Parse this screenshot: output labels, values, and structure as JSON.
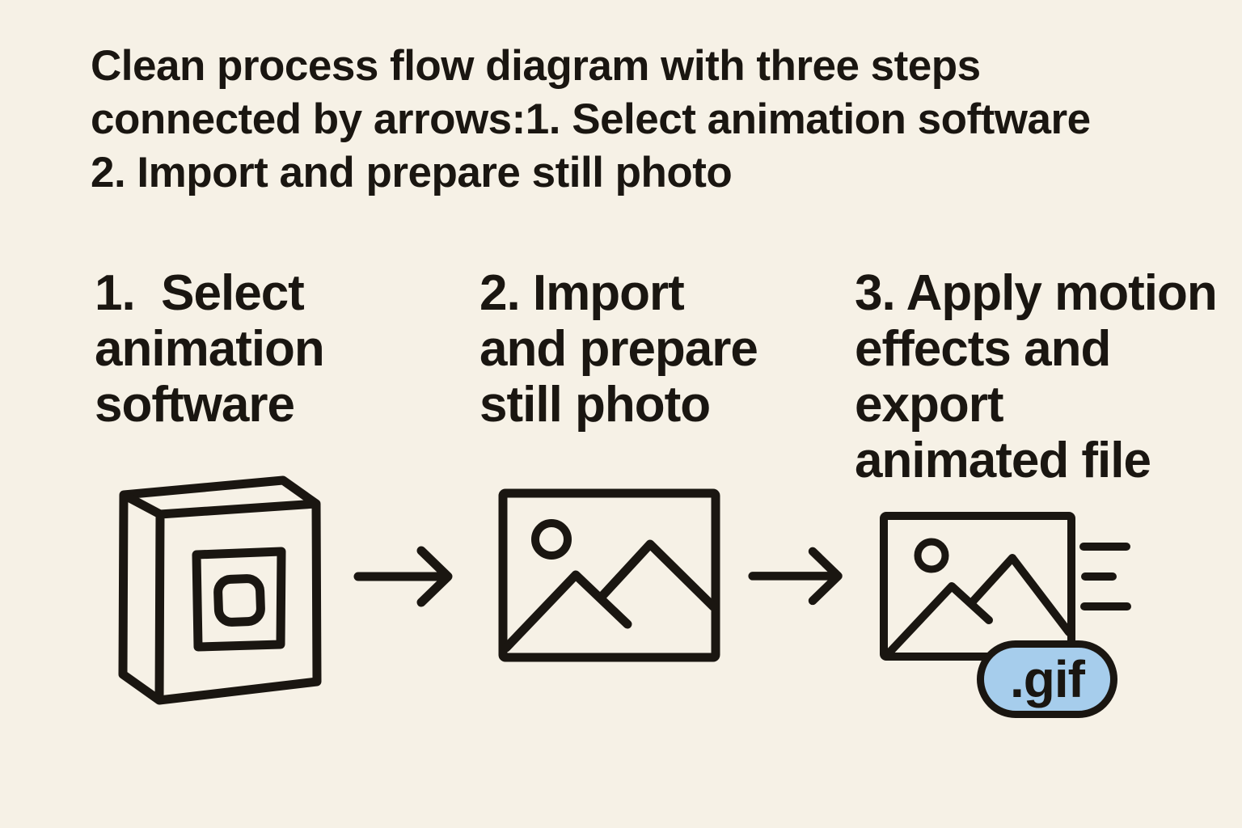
{
  "page": {
    "kind": "process-flow-diagram",
    "colors": {
      "background": "#f6f1e6",
      "ink": "#1a1611",
      "badge_fill": "#a6cdec"
    }
  },
  "title": {
    "text": "Clean process flow diagram with three steps\nconnected by arrows:1. Select animation software\n2. Import and prepare still photo"
  },
  "steps": [
    {
      "number": "1",
      "label": "1.  Select\nanimation\nsoftware",
      "icon": "software-box-icon"
    },
    {
      "number": "2",
      "label": "2. Import\nand prepare\nstill photo",
      "icon": "photo-icon"
    },
    {
      "number": "3",
      "label": "3. Apply motion\neffects and\nexport\nanimated file",
      "icon": "animated-photo-icon",
      "badge": ".gif"
    }
  ],
  "connectors": [
    {
      "type": "arrow-right"
    },
    {
      "type": "arrow-right"
    }
  ]
}
